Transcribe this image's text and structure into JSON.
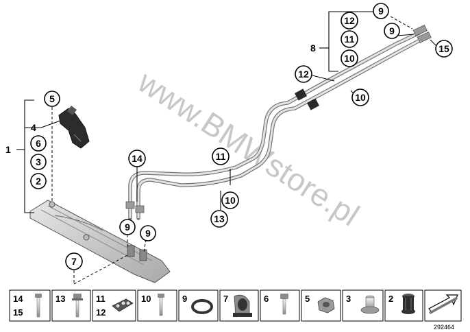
{
  "watermark": "www.BMWstore.pl",
  "diagram_code": "292464",
  "group_labels": {
    "g1": "1",
    "g4": "4",
    "g8": "8"
  },
  "callouts": {
    "c5": "5",
    "c6": "6",
    "c3": "3",
    "c2": "2",
    "c7": "7",
    "c14": "14",
    "c9a": "9",
    "c9b": "9",
    "c11": "11",
    "c10a": "10",
    "c13": "13",
    "c12top": "12",
    "c11top": "11",
    "c10top": "10",
    "c9top": "9",
    "c9right": "9",
    "c15": "15",
    "c12mid": "12",
    "c10mid": "10"
  },
  "legend": [
    {
      "nums": [
        "14",
        "15"
      ],
      "part": "bolt-long-icon"
    },
    {
      "nums": [
        "13"
      ],
      "part": "bolt-flange-icon"
    },
    {
      "nums": [
        "11",
        "12"
      ],
      "part": "hose-clamp-block-icon"
    },
    {
      "nums": [
        "10"
      ],
      "part": "bolt-short-icon"
    },
    {
      "nums": [
        "9"
      ],
      "part": "o-ring-icon"
    },
    {
      "nums": [
        "7"
      ],
      "part": "support-bracket-icon"
    },
    {
      "nums": [
        "6"
      ],
      "part": "hex-bolt-icon"
    },
    {
      "nums": [
        "5"
      ],
      "part": "hex-nut-icon"
    },
    {
      "nums": [
        "3"
      ],
      "part": "spacer-sleeve-icon"
    },
    {
      "nums": [
        "2"
      ],
      "part": "rubber-grommet-icon"
    },
    {
      "nums": [],
      "part": "arrow-icon"
    }
  ]
}
